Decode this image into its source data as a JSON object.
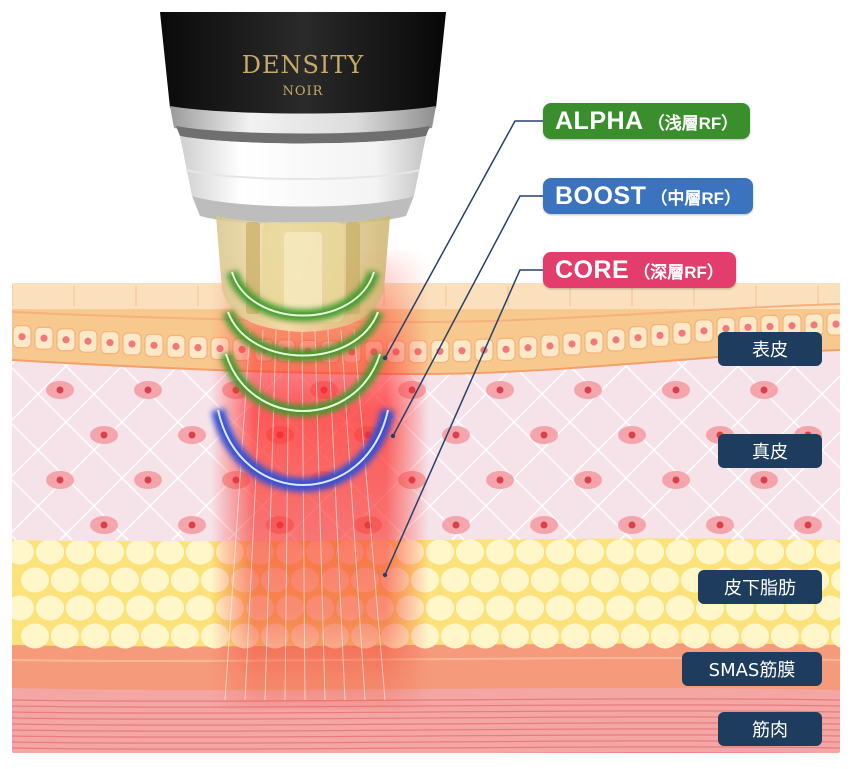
{
  "device": {
    "brand_line1": "DENSITY",
    "brand_line2": "NOIR"
  },
  "rf_modes": [
    {
      "name": "ALPHA",
      "sub": "（浅層RF）",
      "color": "#3a8f2c"
    },
    {
      "name": "BOOST",
      "sub": "（中層RF）",
      "color": "#3b73bf"
    },
    {
      "name": "CORE",
      "sub": "（深層RF）",
      "color": "#e23d6d"
    }
  ],
  "skin_layers": [
    {
      "label": "表皮"
    },
    {
      "label": "真皮"
    },
    {
      "label": "皮下脂肪"
    },
    {
      "label": "SMAS筋膜"
    },
    {
      "label": "筋肉"
    }
  ],
  "colors": {
    "epidermis": "#f7c98f",
    "dermis": "#f6e3ea",
    "fat": "#fbe27a",
    "smas": "#f69a7c",
    "muscle": "#f4a6a4",
    "label_bg": "#1e3d5e",
    "energy_green": "#3f9a2f",
    "energy_blue": "#2f4fd6",
    "energy_red": "#e8413e"
  }
}
